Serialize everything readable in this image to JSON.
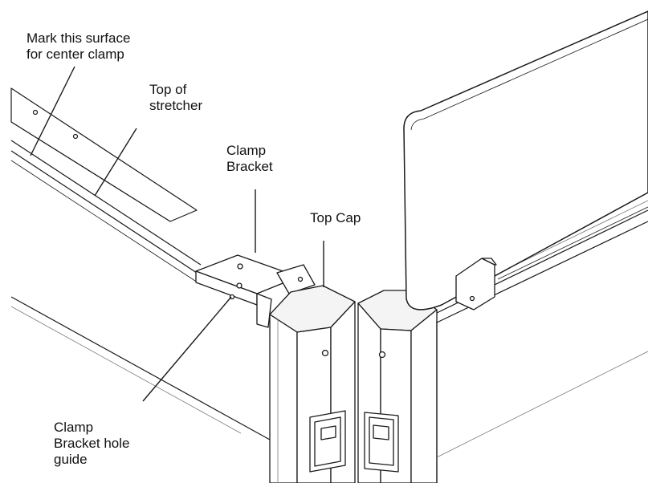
{
  "callouts": {
    "mark_surface": [
      "Mark this surface",
      "for center clamp"
    ],
    "top_of_stretcher": [
      "Top of",
      "stretcher"
    ],
    "clamp_bracket": [
      "Clamp",
      "Bracket"
    ],
    "top_cap": [
      "Top Cap"
    ],
    "hole_guide": [
      "Clamp",
      "Bracket hole",
      "guide"
    ]
  },
  "colors": {
    "line": "#1a1a1a",
    "light_line": "#7a7a7a",
    "panel_fill": "#ffffff",
    "top_surface": "#f4f4f4"
  }
}
